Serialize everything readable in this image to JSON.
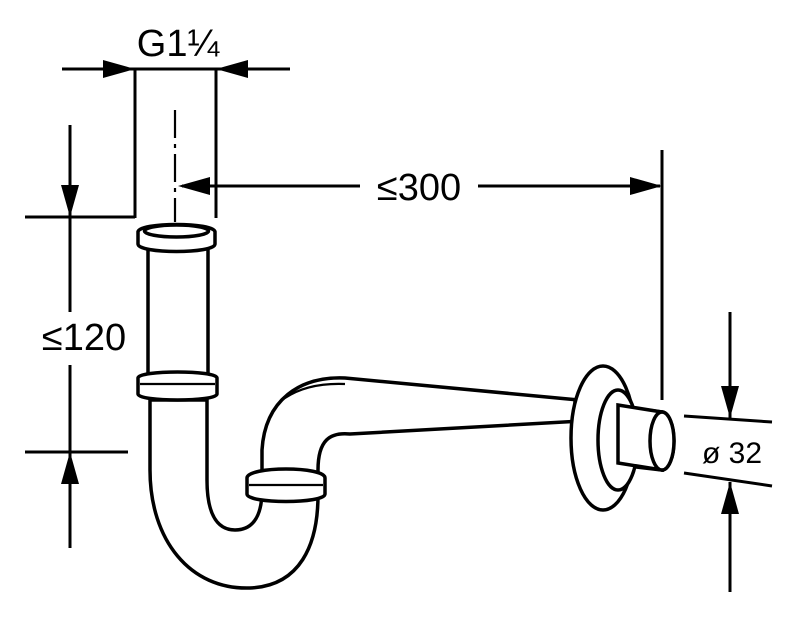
{
  "dimensions": {
    "thread_size": "G1¼",
    "max_horizontal": "≤300",
    "max_vertical": "≤120",
    "outlet_diameter": "ø 32"
  },
  "colors": {
    "line": "#000000",
    "background": "#ffffff"
  }
}
